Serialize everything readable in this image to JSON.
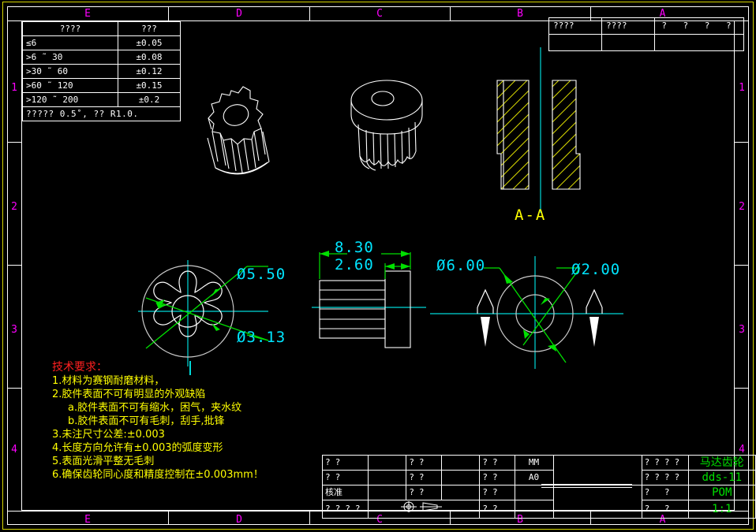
{
  "sheet": {
    "background": "#000000",
    "frame_color": "#ffffff",
    "outer_border_color": "#d8d800",
    "zone_label_color": "#ff00ff",
    "zones_horizontal": [
      "E",
      "D",
      "C",
      "B",
      "A"
    ],
    "zones_vertical": [
      "1",
      "2",
      "3",
      "4"
    ]
  },
  "tolerance_table": {
    "headers": [
      "????",
      "???"
    ],
    "rows": [
      {
        "range": "≤6",
        "tol": "±0.05"
      },
      {
        "range": ">6 ˜ 30",
        "tol": "±0.08"
      },
      {
        "range": ">30 ˜ 60",
        "tol": "±0.12"
      },
      {
        "range": ">60 ˜ 120",
        "tol": "±0.15"
      },
      {
        "range": ">120 ˜ 200",
        "tol": "±0.2"
      }
    ],
    "note": "?????   0.5˚, ?? R1.0."
  },
  "top_right_block": {
    "cells": [
      {
        "c1": "????",
        "c2": "????",
        "c3": "?  ?  ?  ?"
      },
      {
        "c1": "",
        "c2": "",
        "c3": ""
      }
    ]
  },
  "title_block": {
    "rows": [
      {
        "k1": "??",
        "v1": "",
        "k2": "??",
        "v2": "",
        "k3": "??",
        "v3": "MM"
      },
      {
        "k1": "??",
        "v1": "",
        "k2": "??",
        "v2": "",
        "k3": "??",
        "v3": "A0"
      },
      {
        "k1": "核准",
        "v1": "",
        "k2": "??",
        "v2": "",
        "k3": "??",
        "v3": ""
      },
      {
        "k1": "????",
        "v1": "",
        "k2": "",
        "v2": "",
        "k3": "??",
        "v3": ""
      }
    ],
    "right_rows": [
      {
        "label": "????",
        "value": "马达齿轮"
      },
      {
        "label": "????",
        "value": "dds-11"
      },
      {
        "label": "?    ?",
        "value": "POM"
      },
      {
        "label": "?    ?",
        "value": "1:1"
      }
    ],
    "value_color": "#00e000",
    "projection_symbol": "first-angle-projection-symbol"
  },
  "technical_requirements": {
    "title": "技术要求：",
    "title_color": "#ff2020",
    "text_color": "#ffff00",
    "lines": [
      {
        "text": "1.材料为赛钢耐磨材料，",
        "indent": false
      },
      {
        "text": "2.胶件表面不可有明显的外观缺陷",
        "indent": false
      },
      {
        "text": "a.胶件表面不可有缩水，困气，夹水纹",
        "indent": true
      },
      {
        "text": "b.胶件表面不可有毛刺，刮手,批锋",
        "indent": true
      },
      {
        "text": "3.未注尺寸公差:±0.003",
        "indent": false
      },
      {
        "text": "4.长度方向允许有±0.003的弧度变形",
        "indent": false
      },
      {
        "text": "5.表面光滑平整无毛刺",
        "indent": false
      },
      {
        "text": "6.确保齿轮同心度和精度控制在±0.003mm！",
        "indent": false
      }
    ]
  },
  "drawing": {
    "dimension_text_color": "#00e5ff",
    "leader_color": "#00e000",
    "geometry_color": "#ffffff",
    "centerline_color": "#00d8d8",
    "hatch_color": "#d8d800",
    "dimensions": {
      "gear_outer_dia": "Ø5.50",
      "gear_root_dia": "Ø3.13",
      "flange_dia": "Ø6.00",
      "bore_dia": "Ø2.00",
      "total_length": "8.30",
      "flange_length": "2.60"
    },
    "section_label": "A-A",
    "views": {
      "iso_left": "isometric-gear-view",
      "iso_right": "isometric-gear-hub-view",
      "section": "section-a-a-view",
      "front_gear": "gear-front-view",
      "side_profile": "gear-side-view",
      "end_circle": "hub-end-view"
    },
    "gear_teeth_count": 8
  }
}
